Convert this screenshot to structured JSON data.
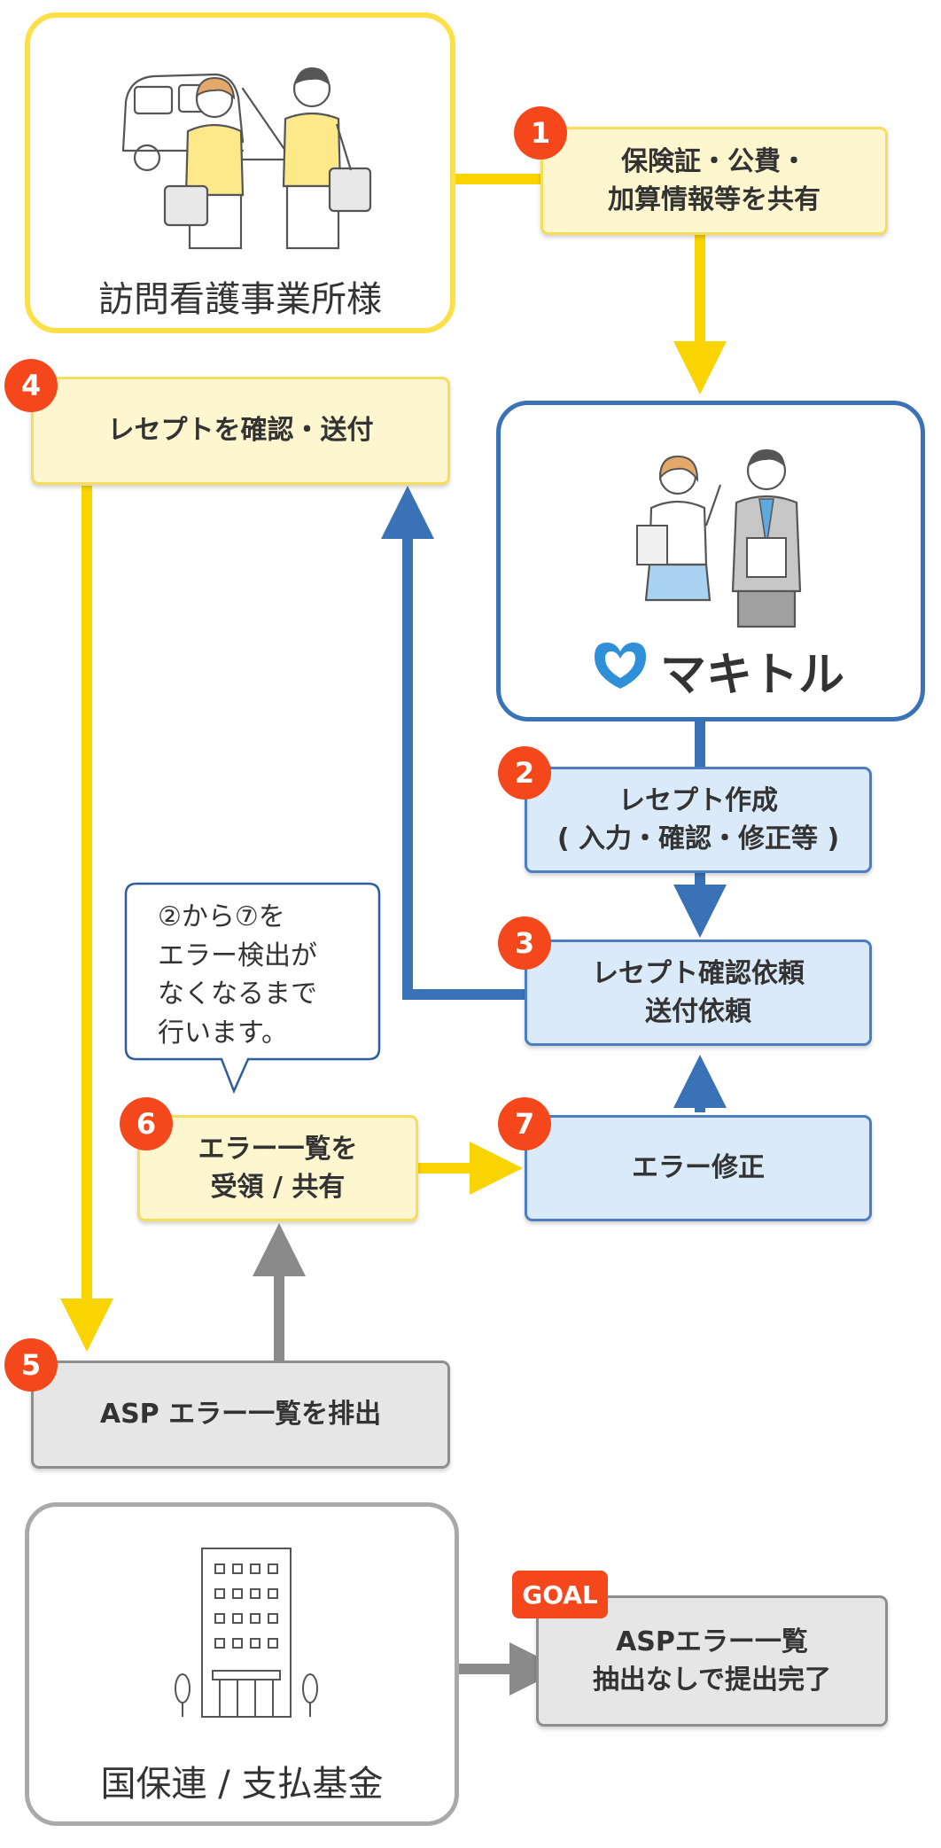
{
  "colors": {
    "yellow": "#fad400",
    "blue": "#3a72b8",
    "gray": "#8a8a8a",
    "badge": "#f4471c"
  },
  "entities": {
    "station": {
      "label": "訪問看護事業所様",
      "icon": "nurses-with-car-illustration"
    },
    "makitoru": {
      "logo_text": "マキトル",
      "icon": "staff-presenting-illustration"
    },
    "federation": {
      "label": "国保連 / 支払基金",
      "icon": "office-building-icon"
    }
  },
  "steps": {
    "s1": {
      "badge": "1",
      "lines": [
        "保険証・公費・",
        "加算情報等を共有"
      ]
    },
    "s2": {
      "badge": "2",
      "lines": [
        "レセプト作成",
        "( 入力・確認・修正等 )"
      ]
    },
    "s3": {
      "badge": "3",
      "lines": [
        "レセプト確認依頼",
        "送付依頼"
      ]
    },
    "s4": {
      "badge": "4",
      "lines": [
        "レセプトを確認・送付"
      ]
    },
    "s5": {
      "badge": "5",
      "lines": [
        "ASP エラー一覧を排出"
      ]
    },
    "s6": {
      "badge": "6",
      "lines": [
        "エラー一覧を",
        "受領 / 共有"
      ]
    },
    "s7": {
      "badge": "7",
      "lines": [
        "エラー修正"
      ]
    },
    "goal": {
      "badge": "GOAL",
      "lines": [
        "ASPエラー一覧",
        "抽出なしで提出完了"
      ]
    }
  },
  "note": {
    "lines": [
      "②から⑦を",
      "エラー検出が",
      "なくなるまで",
      "行います。"
    ]
  }
}
